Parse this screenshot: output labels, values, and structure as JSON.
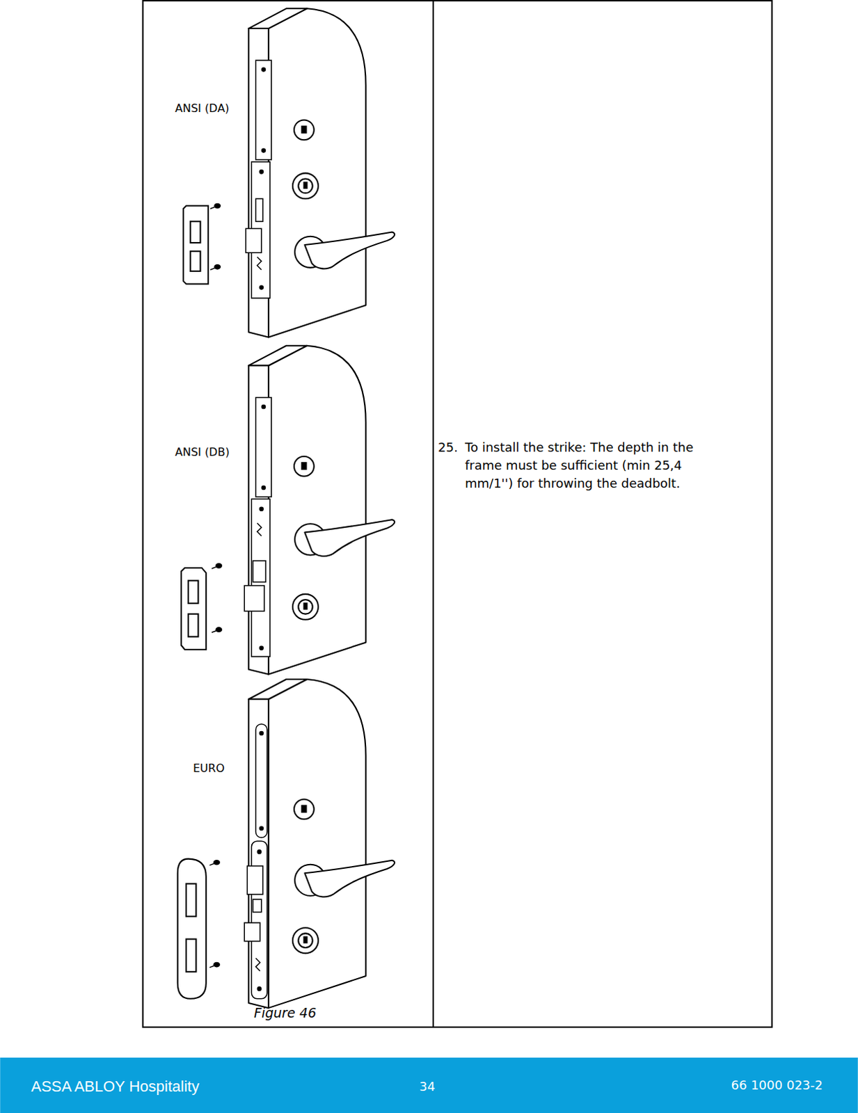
{
  "diagram": {
    "caption": "Figure 46",
    "labels": [
      "ANSI (DA)",
      "ANSI (DB)",
      "EURO",
      "25.",
      "To install the strike: The depth in the frame must be sufficient (min 25,4 mm/1'') for throwing the deadbolt.",
      "ASSA ABLOY Hospitality",
      "34",
      "66 1000 023-2"
    ]
  }
}
